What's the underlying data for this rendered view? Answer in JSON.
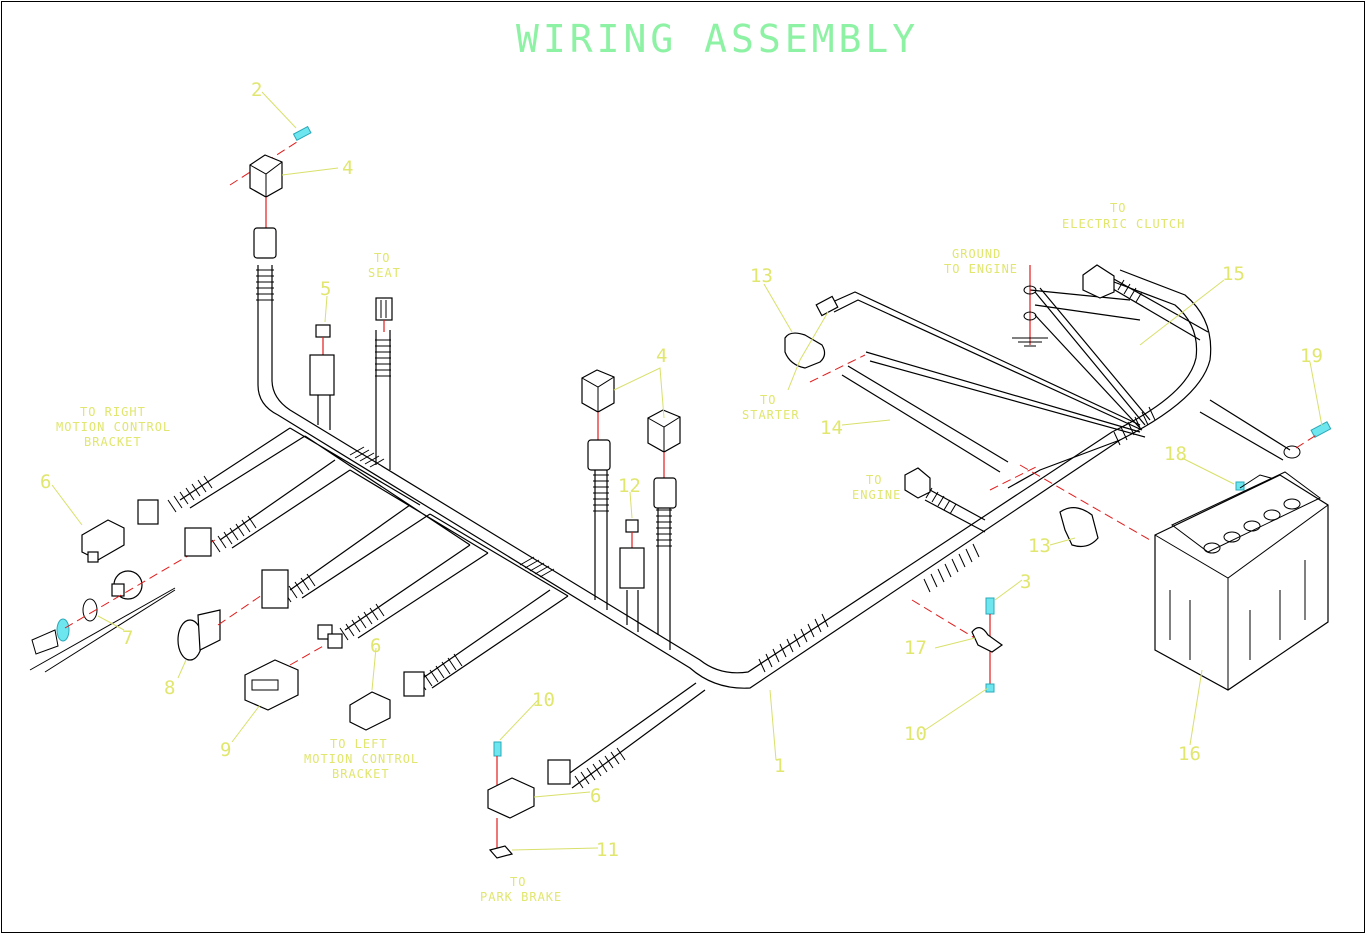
{
  "title": "WIRING ASSEMBLY",
  "colors": {
    "title": "#8ef2a4",
    "callout": "#e0e66e",
    "centerline": "#e21b1b",
    "fastener": "#6ee6f0"
  },
  "notes": {
    "seat": [
      "TO",
      "SEAT"
    ],
    "right_motion": [
      "TO RIGHT",
      "MOTION CONTROL",
      "BRACKET"
    ],
    "left_motion": [
      "TO LEFT",
      "MOTION CONTROL",
      "BRACKET"
    ],
    "park_brake": [
      "TO",
      "PARK BRAKE"
    ],
    "starter": [
      "TO",
      "STARTER"
    ],
    "engine": [
      "TO",
      "ENGINE"
    ],
    "ground": [
      "GROUND",
      "TO ENGINE"
    ],
    "clutch": [
      "TO",
      "ELECTRIC CLUTCH"
    ]
  },
  "callouts": {
    "c2a": "2",
    "c4a": "4",
    "c5": "5",
    "c4b": "4",
    "c12": "12",
    "c6a": "6",
    "c7": "7",
    "c8": "8",
    "c9": "9",
    "c6b": "6",
    "c10a": "10",
    "c6c": "6",
    "c11": "11",
    "c1": "1",
    "c13a": "13",
    "c14": "14",
    "c15": "15",
    "c19": "19",
    "c18": "18",
    "c13b": "13",
    "c3": "3",
    "c17": "17",
    "c10b": "10",
    "c16": "16"
  }
}
